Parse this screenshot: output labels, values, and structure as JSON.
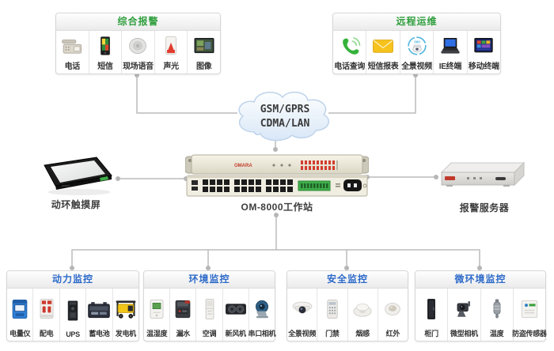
{
  "diagram": {
    "cloud": {
      "line1": "GSM/GPRS",
      "line2": "CDMA/LAN"
    },
    "workstation_label": "OM-8000工作站",
    "touchscreen_label": "动环触摸屏",
    "server_label": "报警服务器",
    "colors": {
      "top_title": "#2f9e3d",
      "bottom_title": "#2d6ac9",
      "connector_line": "#bcbcbc",
      "led_red": "#d23b2f",
      "terminal_green": "#3fae4a"
    },
    "top_groups": [
      {
        "key": "integrated-alarm",
        "title": "综合报警",
        "items": [
          {
            "label": "电话",
            "icon": "telephone-icon"
          },
          {
            "label": "短信",
            "icon": "sms-phone-icon"
          },
          {
            "label": "现场语音",
            "icon": "speaker-icon"
          },
          {
            "label": "声光",
            "icon": "siren-icon"
          },
          {
            "label": "图像",
            "icon": "image-monitor-icon"
          }
        ]
      },
      {
        "key": "remote-ops",
        "title": "远程运维",
        "items": [
          {
            "label": "电话查询",
            "icon": "phone-call-icon"
          },
          {
            "label": "短信报表",
            "icon": "envelope-icon"
          },
          {
            "label": "全景视频",
            "icon": "panorama-camera-icon"
          },
          {
            "label": "IE终端",
            "icon": "laptop-icon"
          },
          {
            "label": "移动终端",
            "icon": "tablet-icon"
          }
        ]
      }
    ],
    "bottom_groups": [
      {
        "key": "power-monitoring",
        "title": "动力监控",
        "items": [
          {
            "label": "电量仪",
            "icon": "power-meter-icon"
          },
          {
            "label": "配电",
            "icon": "breaker-icon"
          },
          {
            "label": "UPS",
            "icon": "ups-icon"
          },
          {
            "label": "蓄电池",
            "icon": "battery-icon"
          },
          {
            "label": "发电机",
            "icon": "generator-icon"
          }
        ]
      },
      {
        "key": "environment-monitoring",
        "title": "环境监控",
        "items": [
          {
            "label": "温湿度",
            "icon": "temp-humidity-icon"
          },
          {
            "label": "漏水",
            "icon": "water-leak-icon"
          },
          {
            "label": "空调",
            "icon": "air-conditioner-icon"
          },
          {
            "label": "新风机",
            "icon": "fresh-air-unit-icon"
          },
          {
            "label": "串口相机",
            "icon": "serial-camera-icon"
          }
        ]
      },
      {
        "key": "security-monitoring",
        "title": "安全监控",
        "items": [
          {
            "label": "全景视频",
            "icon": "dome-camera-icon"
          },
          {
            "label": "门禁",
            "icon": "access-keypad-icon"
          },
          {
            "label": "烟感",
            "icon": "smoke-detector-icon"
          },
          {
            "label": "红外",
            "icon": "infrared-sensor-icon"
          }
        ]
      },
      {
        "key": "micro-environment-monitoring",
        "title": "微环境监控",
        "items": [
          {
            "label": "柜门",
            "icon": "cabinet-door-icon"
          },
          {
            "label": "微型相机",
            "icon": "mini-camera-icon"
          },
          {
            "label": "温度",
            "icon": "temperature-probe-icon"
          },
          {
            "label": "防盗传感器",
            "icon": "anti-theft-sensor-icon"
          }
        ]
      }
    ]
  }
}
